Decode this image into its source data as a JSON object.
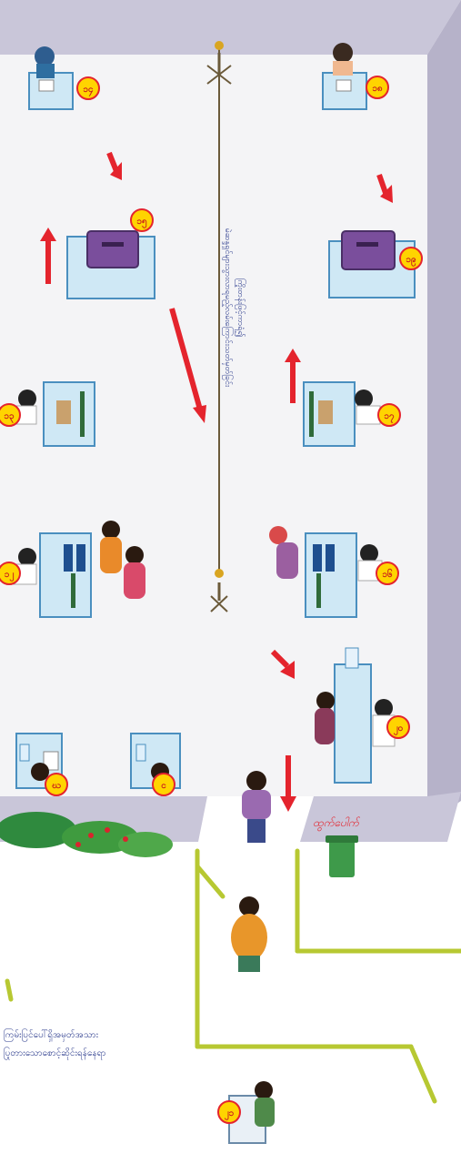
{
  "colors": {
    "wall": "#c9c6d9",
    "wall_dark": "#b6b2c9",
    "floor": "#f4f4f6",
    "badge_fill": "#ffd400",
    "badge_ring": "#e4242d",
    "arrow": "#e4242d",
    "desk": "#cfe8f5",
    "desk_edge": "#4a8fbf",
    "ballot_box": "#7a4e9c",
    "bamboo": "#b7c832",
    "exit_text": "#e4242d",
    "info_text": "#2a3a8c",
    "bin": "#3e9a4a",
    "bush": "#2f8a3e"
  },
  "stations": [
    {
      "id": "s1",
      "badge": "၁၄"
    },
    {
      "id": "s2",
      "badge": "၁၈"
    },
    {
      "id": "s3",
      "badge": "၁၅"
    },
    {
      "id": "s4",
      "badge": "၁၉"
    },
    {
      "id": "s5",
      "badge": "၁၃"
    },
    {
      "id": "s6",
      "badge": "၁၇"
    },
    {
      "id": "s7",
      "badge": "၁၂"
    },
    {
      "id": "s8",
      "badge": "၁၆"
    },
    {
      "id": "s9",
      "badge": "၂၀"
    },
    {
      "id": "s10",
      "badge": "ဃ"
    },
    {
      "id": "s11",
      "badge": "င"
    },
    {
      "id": "s12",
      "badge": "၂၁"
    }
  ],
  "rope_label": {
    "line1": "ကြိုးတန်းဖြင့်ကာရံ၍",
    "line2": "မဲဆန္ဒရှင်များသွားလာရမည့်လမ်းကြောင်းသတ်မှတ်ခြင်း"
  },
  "exit_label": "ထွက်ပေါက်",
  "info_text": {
    "line1": "ကြမ်းပြင်ပေါ်ရှိအမှတ်အသား",
    "line2": "ပြုတားသောစောင့်ဆိုင်းရန်နေရာ"
  }
}
